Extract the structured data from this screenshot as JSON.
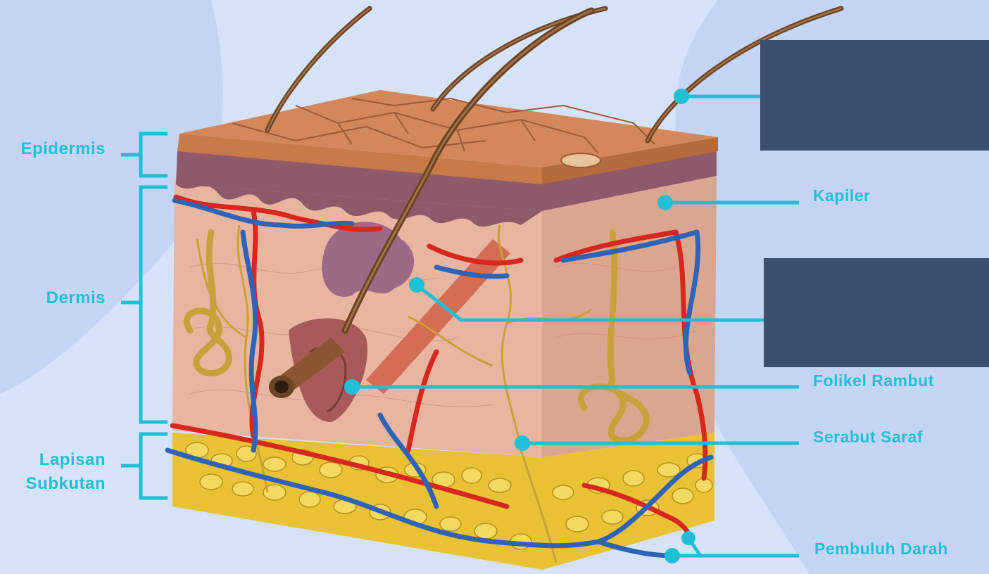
{
  "colors": {
    "background": "#d6e2f7",
    "blob": "#c3d5f3",
    "accent": "#1fc0d6",
    "answer_box": "#3d4f6e",
    "skin_surface": "#c87a48",
    "dermis": "#e8b5a0",
    "fat": "#e8c234",
    "artery": "#d8271f",
    "vein": "#2f63b8",
    "nerve": "#c9a13a",
    "hair": "#6b4423"
  },
  "layers": {
    "epidermis": "Epidermis",
    "dermis": "Dermis",
    "subkutan_line1": "Lapisan",
    "subkutan_line2": "Subkutan"
  },
  "callouts": {
    "kapiler": "Kapiler",
    "folikel_rambut": "Folikel Rambut",
    "serabut_saraf": "Serabut Saraf",
    "pembuluh_darah": "Pembuluh Darah"
  }
}
